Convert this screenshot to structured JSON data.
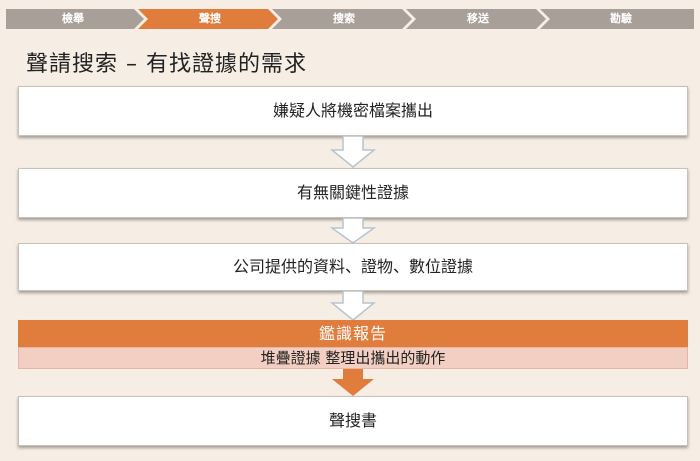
{
  "progress": {
    "steps": [
      {
        "label": "檢舉",
        "active": false
      },
      {
        "label": "聲搜",
        "active": true
      },
      {
        "label": "搜索",
        "active": false
      },
      {
        "label": "移送",
        "active": false
      },
      {
        "label": "勘驗",
        "active": false
      }
    ],
    "colors": {
      "active": "#e07c3c",
      "inactive": "#a89f99"
    }
  },
  "title": "聲請搜索 – 有找證據的需求",
  "flow": {
    "box1": "嫌疑人將機密檔案攜出",
    "box2": "有無關鍵性證據",
    "box3": "公司提供的資料、證物、數位證據",
    "report_title": "鑑識報告",
    "report_sub": "堆疊證據 整理出攜出的動作",
    "box4": "聲搜書"
  },
  "colors": {
    "accent": "#e07c3c",
    "sub_fill": "#f2cfc2",
    "background": "#f6eee5"
  }
}
